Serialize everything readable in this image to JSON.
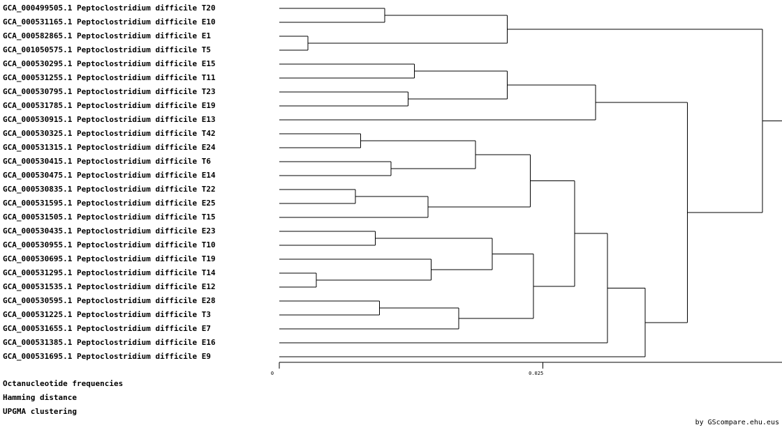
{
  "dendrogram": {
    "leaves": [
      "GCA_000499505.1 Peptoclostridium difficile T20",
      "GCA_000531165.1 Peptoclostridium difficile E10",
      "GCA_000582865.1 Peptoclostridium difficile E1",
      "GCA_001050575.1 Peptoclostridium difficile T5",
      "GCA_000530295.1 Peptoclostridium difficile E15",
      "GCA_000531255.1 Peptoclostridium difficile T11",
      "GCA_000530795.1 Peptoclostridium difficile T23",
      "GCA_000531785.1 Peptoclostridium difficile E19",
      "GCA_000530915.1 Peptoclostridium difficile E13",
      "GCA_000530325.1 Peptoclostridium difficile T42",
      "GCA_000531315.1 Peptoclostridium difficile E24",
      "GCA_000530415.1 Peptoclostridium difficile T6",
      "GCA_000530475.1 Peptoclostridium difficile E14",
      "GCA_000530835.1 Peptoclostridium difficile T22",
      "GCA_000531595.1 Peptoclostridium difficile E25",
      "GCA_000531505.1 Peptoclostridium difficile T15",
      "GCA_000530435.1 Peptoclostridium difficile E23",
      "GCA_000530955.1 Peptoclostridium difficile T10",
      "GCA_000530695.1 Peptoclostridium difficile T19",
      "GCA_000531295.1 Peptoclostridium difficile T14",
      "GCA_000531535.1 Peptoclostridium difficile E12",
      "GCA_000530595.1 Peptoclostridium difficile E28",
      "GCA_000531225.1 Peptoclostridium difficile T3",
      "GCA_000531655.1 Peptoclostridium difficile E7",
      "GCA_000531385.1 Peptoclostridium difficile E16",
      "GCA_000531695.1 Peptoclostridium difficile E9"
    ],
    "merges": [
      {
        "children": [
          "L0",
          "L1"
        ],
        "height": 0.01
      },
      {
        "children": [
          "L2",
          "L3"
        ],
        "height": 0.0027
      },
      {
        "children": [
          "N0",
          "N1"
        ],
        "height": 0.0216
      },
      {
        "children": [
          "L4",
          "L5"
        ],
        "height": 0.0128
      },
      {
        "children": [
          "L6",
          "L7"
        ],
        "height": 0.0122
      },
      {
        "children": [
          "N3",
          "N4"
        ],
        "height": 0.0216
      },
      {
        "children": [
          "N5",
          "L8"
        ],
        "height": 0.03
      },
      {
        "children": [
          "L9",
          "L10"
        ],
        "height": 0.0077
      },
      {
        "children": [
          "L11",
          "L12"
        ],
        "height": 0.0106
      },
      {
        "children": [
          "N7",
          "N8"
        ],
        "height": 0.0186
      },
      {
        "children": [
          "L13",
          "L14"
        ],
        "height": 0.0072
      },
      {
        "children": [
          "N10",
          "L15"
        ],
        "height": 0.0141
      },
      {
        "children": [
          "N9",
          "N11"
        ],
        "height": 0.0238
      },
      {
        "children": [
          "L16",
          "L17"
        ],
        "height": 0.0091
      },
      {
        "children": [
          "L19",
          "L20"
        ],
        "height": 0.0035
      },
      {
        "children": [
          "L18",
          "N14"
        ],
        "height": 0.0144
      },
      {
        "children": [
          "N13",
          "N15"
        ],
        "height": 0.0202
      },
      {
        "children": [
          "L21",
          "L22"
        ],
        "height": 0.0095
      },
      {
        "children": [
          "N17",
          "L23"
        ],
        "height": 0.017
      },
      {
        "children": [
          "N16",
          "N18"
        ],
        "height": 0.0241
      },
      {
        "children": [
          "N12",
          "N19"
        ],
        "height": 0.028
      },
      {
        "children": [
          "N20",
          "L24"
        ],
        "height": 0.0311
      },
      {
        "children": [
          "N21",
          "L25"
        ],
        "height": 0.0347
      },
      {
        "children": [
          "N6",
          "N22"
        ],
        "height": 0.0387
      },
      {
        "children": [
          "N2",
          "N23"
        ],
        "height": 0.0458
      }
    ],
    "axis": {
      "min": 0,
      "max": 0.047,
      "ticks": [
        {
          "value": 0,
          "label": "0"
        },
        {
          "value": 0.025,
          "label": "0.025"
        }
      ]
    }
  },
  "method": {
    "lines": [
      "Octanucleotide frequencies",
      "Hamming distance",
      "UPGMA clustering"
    ]
  },
  "credit": "by GScompare.ehu.eus",
  "colors": {
    "line": "#000000",
    "background": "#ffffff"
  }
}
